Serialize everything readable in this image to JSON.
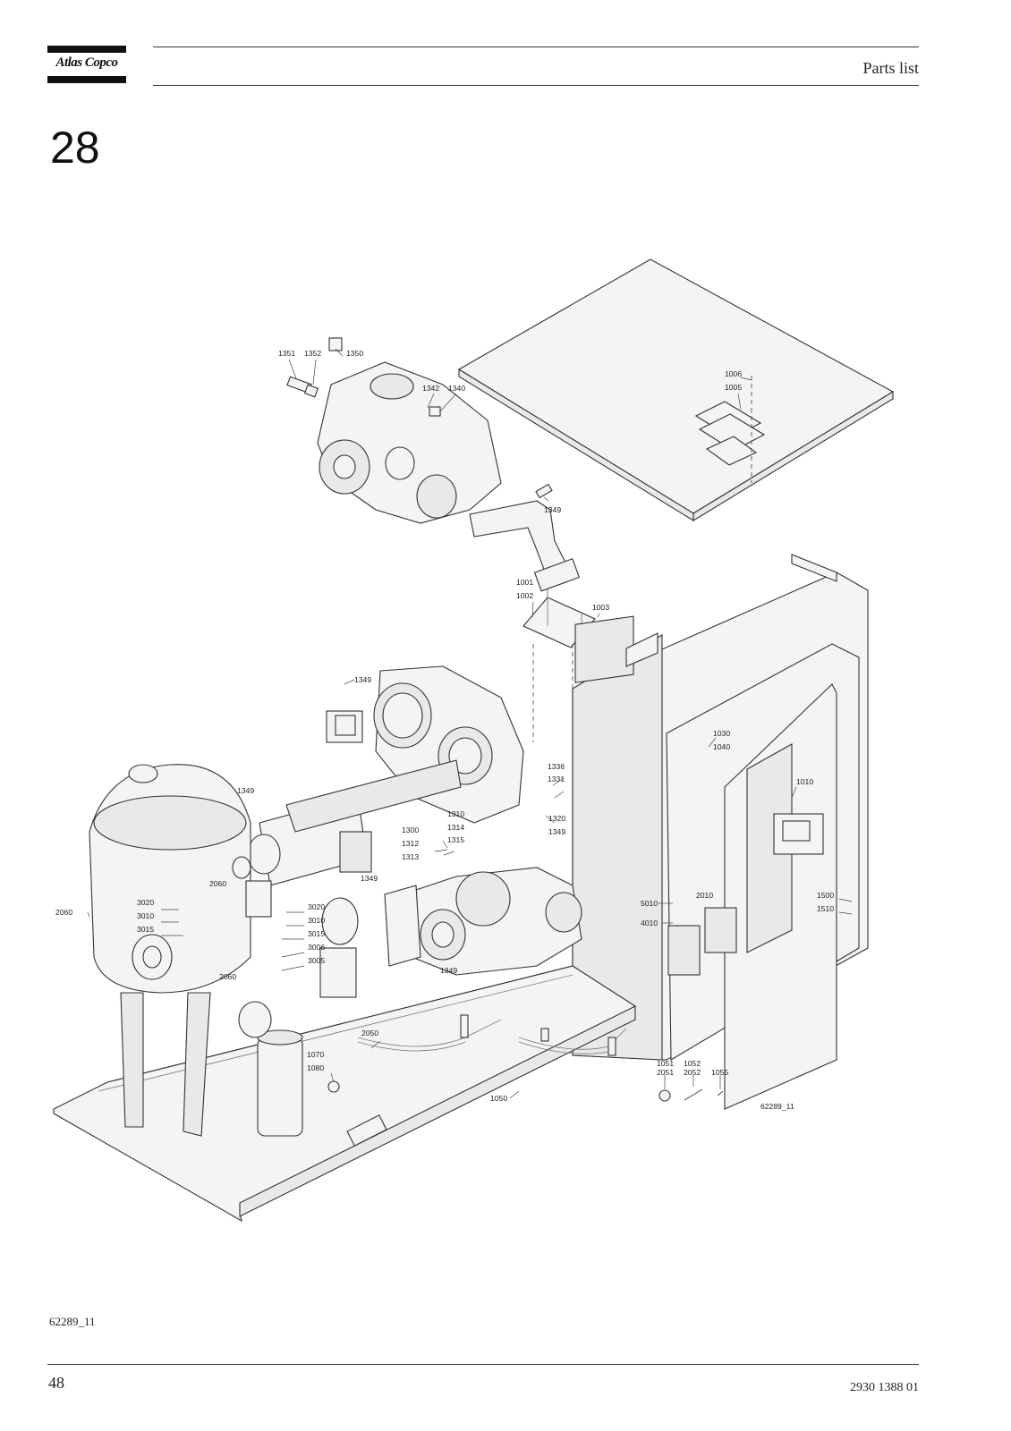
{
  "header": {
    "brand": "Atlas Copco",
    "section": "Parts list"
  },
  "figure_number": "28",
  "figure_code": "62289_11",
  "drawing_code": "62289_11",
  "callouts": {
    "c1351": "1351",
    "c1352": "1352",
    "c1350": "1350",
    "c1342": "1342",
    "c1340": "1340",
    "c1006": "1006",
    "c1005": "1005",
    "c1349a": "1349",
    "c1349b": "1349",
    "c1349c": "1349",
    "c1349d": "1349",
    "c1349e": "1349",
    "c1349f": "1349",
    "c1001": "1001",
    "c1002": "1002",
    "c1003": "1003",
    "c1030": "1030",
    "c1040": "1040",
    "c1010": "1010",
    "c1336": "1336",
    "c1331": "1331",
    "c1310": "1310",
    "c1314": "1314",
    "c1320": "1320",
    "c1300": "1300",
    "c1312": "1312",
    "c1315": "1315",
    "c1313": "1313",
    "c2060a": "2060",
    "c2060b": "2060",
    "c2060c": "2060",
    "c3020a": "3020",
    "c3010a": "3010",
    "c3015a": "3015",
    "c3020b": "3020",
    "c3010b": "3010",
    "c3015b": "3015",
    "c3006": "3006",
    "c3005": "3005",
    "c5010": "5010",
    "c4010": "4010",
    "c2010": "2010",
    "c1500": "1500",
    "c1510": "1510",
    "c2050": "2050",
    "c1070": "1070",
    "c1080": "1080",
    "c1050": "1050",
    "c1051": "1051",
    "c2051": "2051",
    "c1052": "1052",
    "c2052": "2052",
    "c1055": "1055"
  },
  "footer": {
    "page": "48",
    "document_number": "2930 1388 01"
  }
}
